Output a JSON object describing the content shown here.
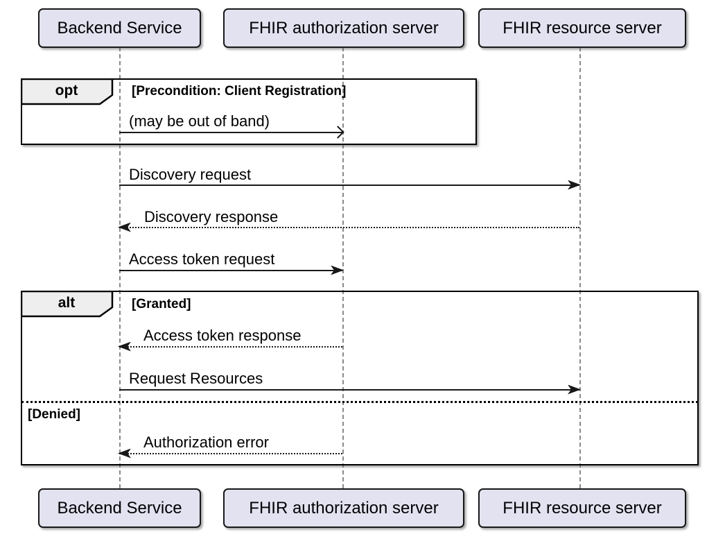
{
  "diagram": {
    "type": "uml-sequence",
    "participants": [
      {
        "name": "Backend Service"
      },
      {
        "name": "FHIR authorization server"
      },
      {
        "name": "FHIR resource server"
      }
    ],
    "fragments": [
      {
        "keyword": "opt",
        "condition": "[Precondition: Client Registration]"
      },
      {
        "keyword": "alt",
        "condition": "[Granted]",
        "else_condition": "[Denied]"
      }
    ],
    "messages": [
      {
        "label": "(may be out of band)",
        "from": "Backend Service",
        "to": "FHIR authorization server",
        "line": "solid",
        "head": "open"
      },
      {
        "label": "Discovery request",
        "from": "Backend Service",
        "to": "FHIR resource server",
        "line": "solid",
        "head": "filled"
      },
      {
        "label": "Discovery response",
        "from": "FHIR resource server",
        "to": "Backend Service",
        "line": "dotted",
        "head": "filled"
      },
      {
        "label": "Access token request",
        "from": "Backend Service",
        "to": "FHIR authorization server",
        "line": "solid",
        "head": "filled"
      },
      {
        "label": "Access token response",
        "from": "FHIR authorization server",
        "to": "Backend Service",
        "line": "dotted",
        "head": "filled"
      },
      {
        "label": "Request Resources",
        "from": "Backend Service",
        "to": "FHIR resource server",
        "line": "solid",
        "head": "filled"
      },
      {
        "label": "Authorization error",
        "from": "FHIR authorization server",
        "to": "Backend Service",
        "line": "dotted",
        "head": "filled"
      }
    ],
    "colors": {
      "background": "#FFFFFF",
      "participant_fill": "#E2E2F0",
      "participant_border": "#181818",
      "fragment_border": "#000000",
      "fragment_label_fill": "#EEEEEE",
      "message_line": "#181818",
      "lifeline": "#8A8A8A",
      "text": "#000000"
    }
  }
}
